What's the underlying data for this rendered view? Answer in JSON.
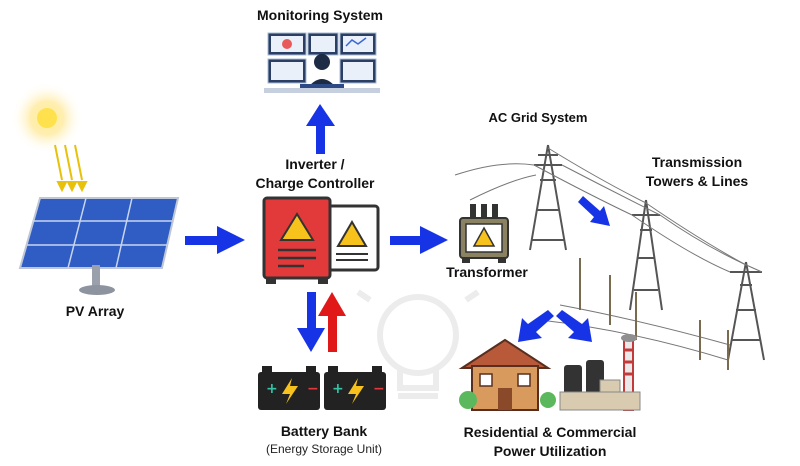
{
  "labels": {
    "monitoring": "Monitoring System",
    "inverter_line1": "Inverter /",
    "inverter_line2": "Charge Controller",
    "pv_array": "PV Array",
    "transformer": "Transformer",
    "ac_grid": "AC Grid System",
    "transmission_line1": "Transmission",
    "transmission_line2": "Towers & Lines",
    "battery_bank": "Battery Bank",
    "battery_bank_sub": "(Energy Storage Unit)",
    "utilization_line1": "Residential & Commercial",
    "utilization_line2": "Power Utilization"
  },
  "colors": {
    "flow_arrow": "#1733e6",
    "charge_arrow": "#e01818",
    "inverter_red": "#e23a3a",
    "warning_yellow": "#f7c21b",
    "solar_panel": "#3d6fd6",
    "sun": "#ffd21f",
    "battery": "#222222"
  },
  "icons": [
    "sun-icon",
    "solar-panel-icon",
    "monitor-wall-icon",
    "inverter-icon",
    "transformer-icon",
    "battery-icon",
    "lightbulb-icon",
    "transmission-tower-icon",
    "house-icon",
    "factory-icon"
  ]
}
